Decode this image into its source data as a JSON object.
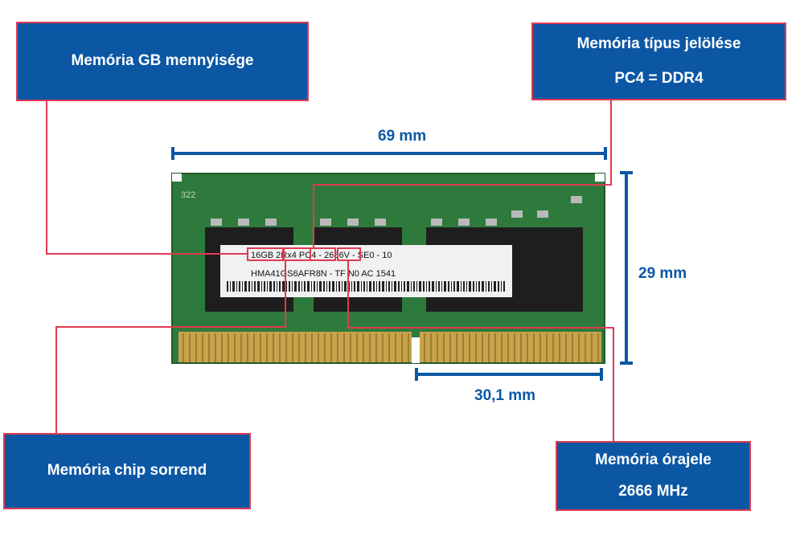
{
  "callouts": {
    "gb_amount": "Memória GB mennyisége",
    "type_title": "Memória típus jelölése",
    "type_value": "PC4 = DDR4",
    "chip_order": "Memória chip sorrend",
    "clock_title": "Memória órajele",
    "clock_value": "2666 MHz"
  },
  "dimensions": {
    "width": "69 mm",
    "height": "29 mm",
    "notch_to_edge": "30,1 mm"
  },
  "module_label": {
    "line1": "16GB 2Rx4 PC4 - 2666V - SE0 - 10",
    "line2": "HMA41GS6AFR8N - TF N0 AC   1541",
    "pcb_text": "322"
  },
  "colors": {
    "callout_fill": "#0b57a4",
    "callout_border": "#e03a52",
    "dimension_color": "#0b57a4",
    "pcb_green": "#2f7a3a",
    "gold_contacts": "#c9a34a"
  }
}
